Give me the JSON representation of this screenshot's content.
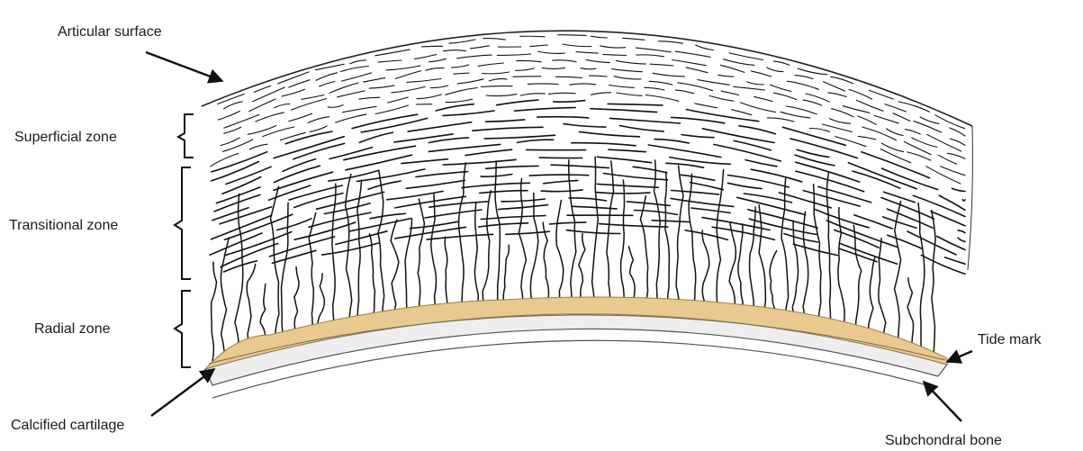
{
  "labels": {
    "articular_surface": "Articular surface",
    "superficial_zone": "Superficial zone",
    "transitional_zone": "Transitional zone",
    "radial_zone": "Radial zone",
    "tide_mark": "Tide mark",
    "calcified_cartilage": "Calcified cartilage",
    "subchondral_bone": "Subchondral bone"
  },
  "colors": {
    "calcified_cartilage": "#e9c98f",
    "subchondral_bone": "#eeeeee",
    "ink": "#111111"
  }
}
